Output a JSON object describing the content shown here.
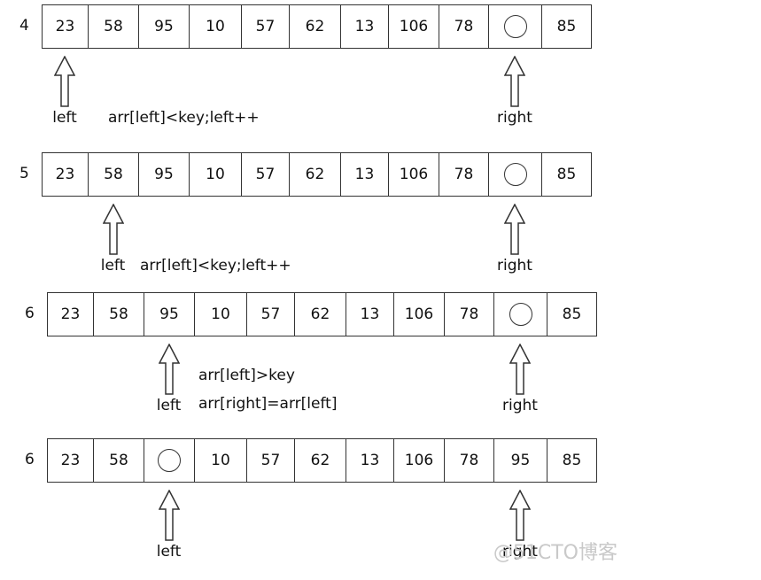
{
  "rows": [
    {
      "step": "4",
      "cells": [
        "23",
        "58",
        "95",
        "10",
        "57",
        "62",
        "13",
        "106",
        "78",
        "",
        "85"
      ],
      "left_label": "left",
      "right_label": "right",
      "notes": [
        "arr[left]<key;left++"
      ]
    },
    {
      "step": "5",
      "cells": [
        "23",
        "58",
        "95",
        "10",
        "57",
        "62",
        "13",
        "106",
        "78",
        "",
        "85"
      ],
      "left_label": "left",
      "right_label": "right",
      "notes": [
        "arr[left]<key;left++"
      ]
    },
    {
      "step": "6",
      "cells": [
        "23",
        "58",
        "95",
        "10",
        "57",
        "62",
        "13",
        "106",
        "78",
        "",
        "85"
      ],
      "left_label": "left",
      "right_label": "right",
      "notes": [
        "arr[left]>key",
        "arr[right]=arr[left]"
      ]
    },
    {
      "step": "6",
      "cells": [
        "23",
        "58",
        "",
        "10",
        "57",
        "62",
        "13",
        "106",
        "78",
        "95",
        "85"
      ],
      "left_label": "left",
      "right_label": "right",
      "notes": []
    }
  ],
  "watermark": "@51CTO博客"
}
